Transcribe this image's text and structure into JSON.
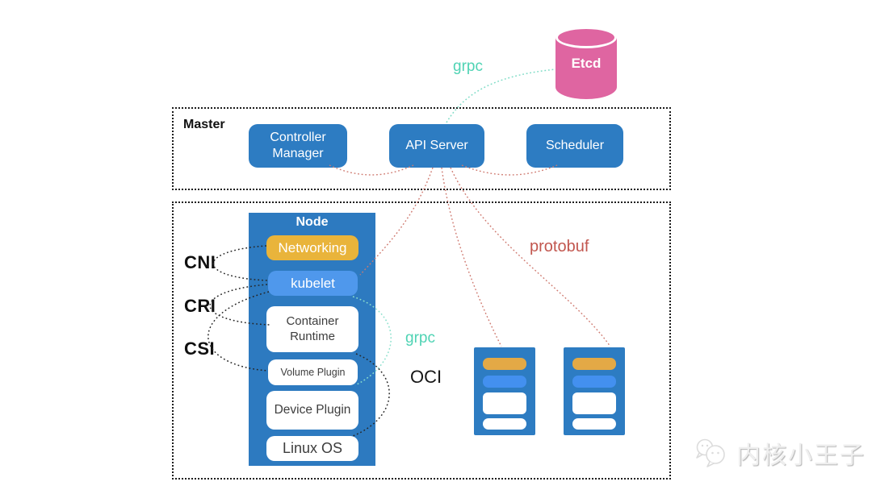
{
  "master": {
    "label": "Master",
    "components": [
      {
        "label": "Controller Manager"
      },
      {
        "label": "API Server"
      },
      {
        "label": "Scheduler"
      }
    ]
  },
  "etcd": {
    "label": "Etcd"
  },
  "node": {
    "title": "Node",
    "items": [
      {
        "label": "Networking"
      },
      {
        "label": "kubelet"
      },
      {
        "label": "Container Runtime"
      },
      {
        "label": "Volume Plugin"
      },
      {
        "label": "Device Plugin"
      },
      {
        "label": "Linux OS"
      }
    ]
  },
  "interfaces": {
    "cni": "CNI",
    "cri": "CRI",
    "csi": "CSI"
  },
  "protocols": {
    "grpc_etcd": "grpc",
    "grpc_runtime": "grpc",
    "protobuf": "protobuf",
    "oci": "OCI"
  },
  "watermark": {
    "text": "内核小王子"
  },
  "colors": {
    "primary_blue": "#2d7cc2",
    "node_column_blue": "#2d7ac0",
    "kubelet_blue": "#4f98ec",
    "networking_yellow": "#e9b43b",
    "etcd_pink": "#df65a1",
    "grpc_teal": "#4fd3b4",
    "protobuf_red": "#c2574f",
    "line_black": "#1c1c1c"
  }
}
